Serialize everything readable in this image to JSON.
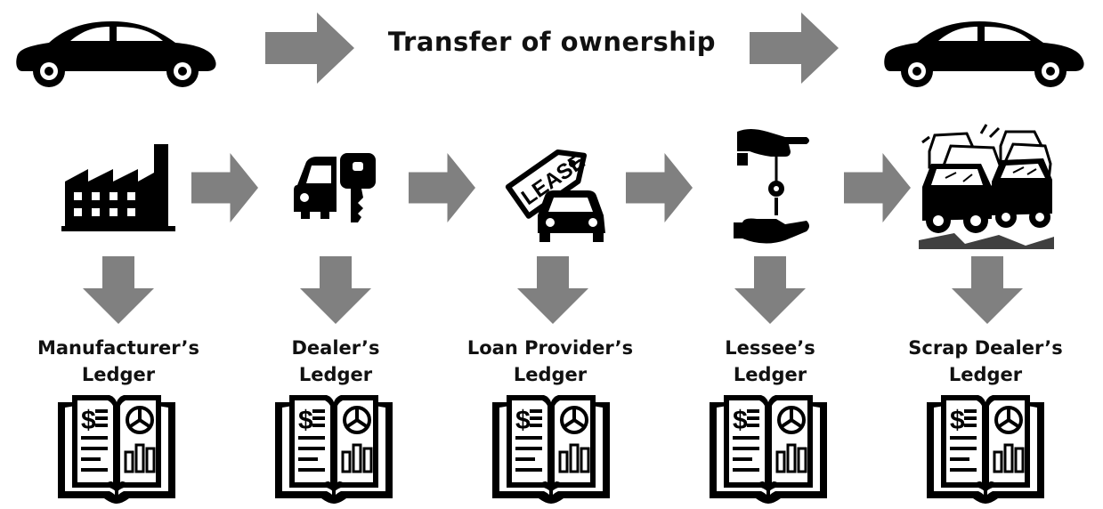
{
  "header": {
    "title": "Transfer of ownership"
  },
  "stages": [
    {
      "icon": "factory-icon",
      "label_line1": "Manufacturer’s",
      "label_line2": "Ledger"
    },
    {
      "icon": "car-key-icon",
      "label_line1": "Dealer’s",
      "label_line2": "Ledger"
    },
    {
      "icon": "lease-tag-icon",
      "lease_text": "LEASE",
      "label_line1": "Loan Provider’s",
      "label_line2": "Ledger"
    },
    {
      "icon": "key-handover-icon",
      "label_line1": "Lessee’s",
      "label_line2": "Ledger"
    },
    {
      "icon": "scrap-cars-icon",
      "label_line1": "Scrap Dealer’s",
      "label_line2": "Ledger"
    }
  ],
  "colors": {
    "arrow": "#808080",
    "icon": "#000000",
    "text": "#111111"
  }
}
